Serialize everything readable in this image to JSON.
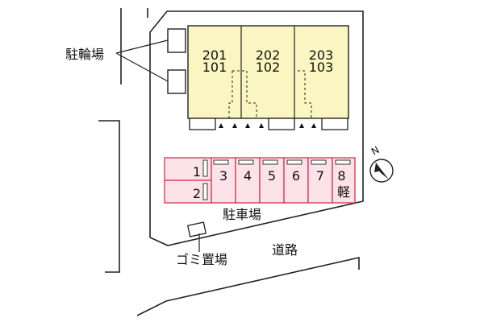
{
  "labels": {
    "bicycle_parking": "駐輪場",
    "parking_lot": "駐車場",
    "garbage_area": "ゴミ置場",
    "road": "道路",
    "north": "N"
  },
  "units": [
    {
      "upper": "201",
      "lower": "101"
    },
    {
      "upper": "202",
      "lower": "102"
    },
    {
      "upper": "203",
      "lower": "103"
    }
  ],
  "parking_spaces": {
    "horizontal": [
      "1",
      "2"
    ],
    "vertical": [
      "3",
      "4",
      "5",
      "6",
      "7",
      "8軽"
    ]
  },
  "colors": {
    "building_fill": "#fbf5c1",
    "parking_fill": "#fce3ea",
    "parking_stroke": "#d8334f",
    "line": "#222222"
  }
}
